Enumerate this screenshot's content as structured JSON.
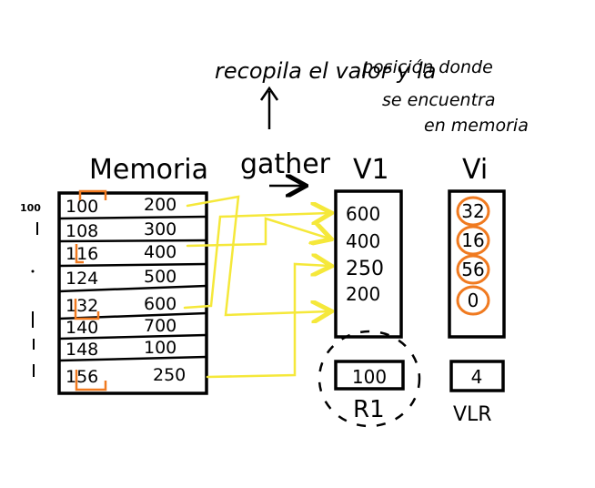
{
  "annotation": {
    "line1": "recopila el valor y la",
    "line2": "posición donde",
    "line3": "se encuentra",
    "line4": "en memoria"
  },
  "titles": {
    "memoria": "Memoria",
    "gather": "gather",
    "v1": "V1",
    "vi": "Vi",
    "r1": "R1",
    "vlr": "VLR"
  },
  "memory": {
    "start_label": "100",
    "rows": [
      {
        "addr": "100",
        "value": "200"
      },
      {
        "addr": "108",
        "value": "300"
      },
      {
        "addr": "116",
        "value": "400"
      },
      {
        "addr": "124",
        "value": "500"
      },
      {
        "addr": "132",
        "value": "600"
      },
      {
        "addr": "140",
        "value": "700"
      },
      {
        "addr": "148",
        "value": "100"
      },
      {
        "addr": "156",
        "value": "250"
      }
    ]
  },
  "v1": {
    "values": [
      "600",
      "400",
      "250",
      "200"
    ]
  },
  "vi": {
    "values": [
      "32",
      "16",
      "56",
      "0"
    ]
  },
  "r1": {
    "value": "100"
  },
  "vlr": {
    "value": "4"
  },
  "colors": {
    "ink": "#000000",
    "arrow": "#f5e83a",
    "highlight": "#f07a20"
  }
}
